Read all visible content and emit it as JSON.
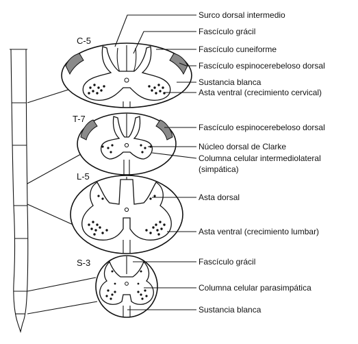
{
  "levels": {
    "c5": "C-5",
    "t7": "T-7",
    "l5": "L-5",
    "s3": "S-3"
  },
  "labels": {
    "c5_dorsal_sulcus": "Surco dorsal intermedio",
    "c5_gracilis": "Fascículo grácil",
    "c5_cuneatus": "Fascículo cuneiforme",
    "c5_spinocerebellar": "Fascículo espinocerebeloso dorsal",
    "c5_white": "Sustancia blanca",
    "c5_ventral_horn": "Asta ventral (crecimiento cervical)",
    "t7_spinocerebellar": "Fascículo espinocerebeloso dorsal",
    "t7_clarke": "Núcleo dorsal de Clarke",
    "t7_intermediolateral_1": "Columna celular intermediolateral",
    "t7_intermediolateral_2": "(simpática)",
    "l5_dorsal_horn": "Asta dorsal",
    "l5_ventral_horn": "Asta ventral (crecimiento lumbar)",
    "s3_gracilis": "Fascículo grácil",
    "s3_parasympathetic": "Columna celular parasimpática",
    "s3_white": "Sustancia blanca"
  },
  "colors": {
    "ink": "#111111",
    "tract_shading": "#8a8a8a",
    "background": "#ffffff"
  }
}
